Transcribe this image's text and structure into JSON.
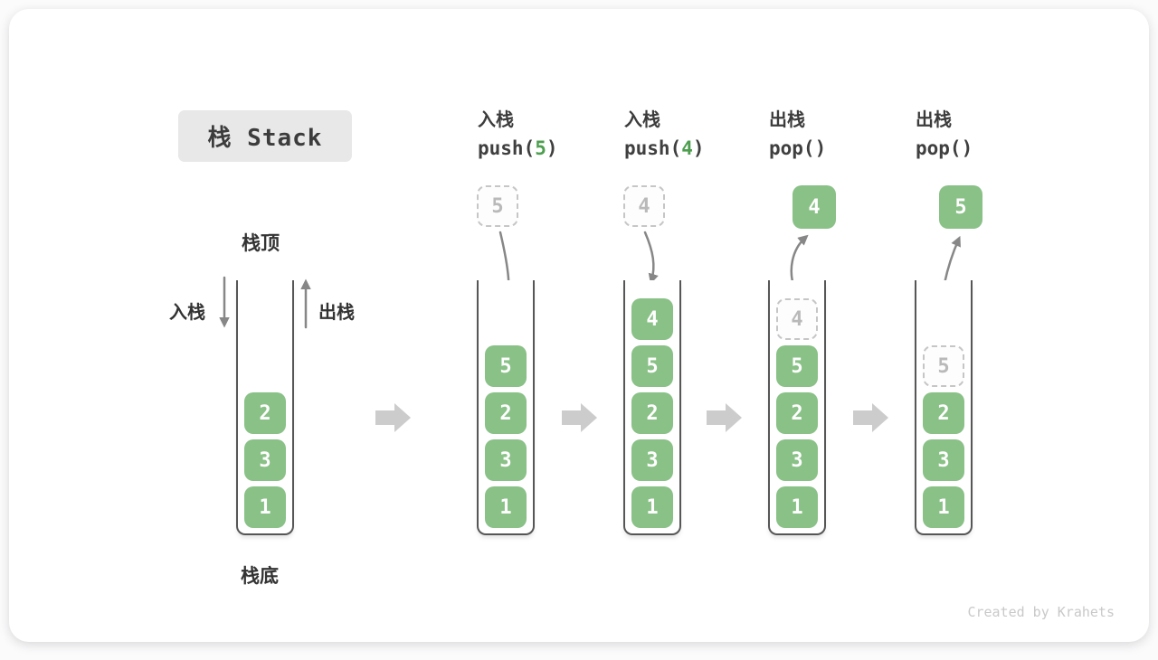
{
  "title": "栈 Stack",
  "watermark": "Created by Krahets",
  "labels": {
    "stack_top": "栈顶",
    "stack_bottom": "栈底",
    "push_side": "入栈",
    "pop_side": "出栈"
  },
  "colors": {
    "item_green": "#89c187",
    "code_arg_green": "#4e9e50",
    "text_dark": "#3c3c3c",
    "arrow_gray": "#878787",
    "block_arrow_gray": "#cccccc",
    "ghost_gray": "#b9b9b9",
    "title_bg": "#e8e8e8"
  },
  "states": [
    {
      "stack": [
        "1",
        "3",
        "2"
      ]
    },
    {
      "operation": {
        "name": "入栈",
        "code_prefix": "push(",
        "code_arg": "5",
        "code_suffix": ")"
      },
      "stack": [
        "1",
        "3",
        "2",
        "5"
      ],
      "incoming": {
        "value": "5"
      }
    },
    {
      "operation": {
        "name": "入栈",
        "code_prefix": "push(",
        "code_arg": "4",
        "code_suffix": ")"
      },
      "stack": [
        "1",
        "3",
        "2",
        "5",
        "4"
      ],
      "incoming": {
        "value": "4"
      }
    },
    {
      "operation": {
        "name": "出栈",
        "code_prefix": "pop(",
        "code_arg": "",
        "code_suffix": ")"
      },
      "stack": [
        "1",
        "3",
        "2",
        "5"
      ],
      "ghost": {
        "value": "4"
      },
      "outgoing": {
        "value": "4"
      }
    },
    {
      "operation": {
        "name": "出栈",
        "code_prefix": "pop(",
        "code_arg": "",
        "code_suffix": ")"
      },
      "stack": [
        "1",
        "3",
        "2"
      ],
      "ghost": {
        "value": "5"
      },
      "outgoing": {
        "value": "5"
      }
    }
  ]
}
